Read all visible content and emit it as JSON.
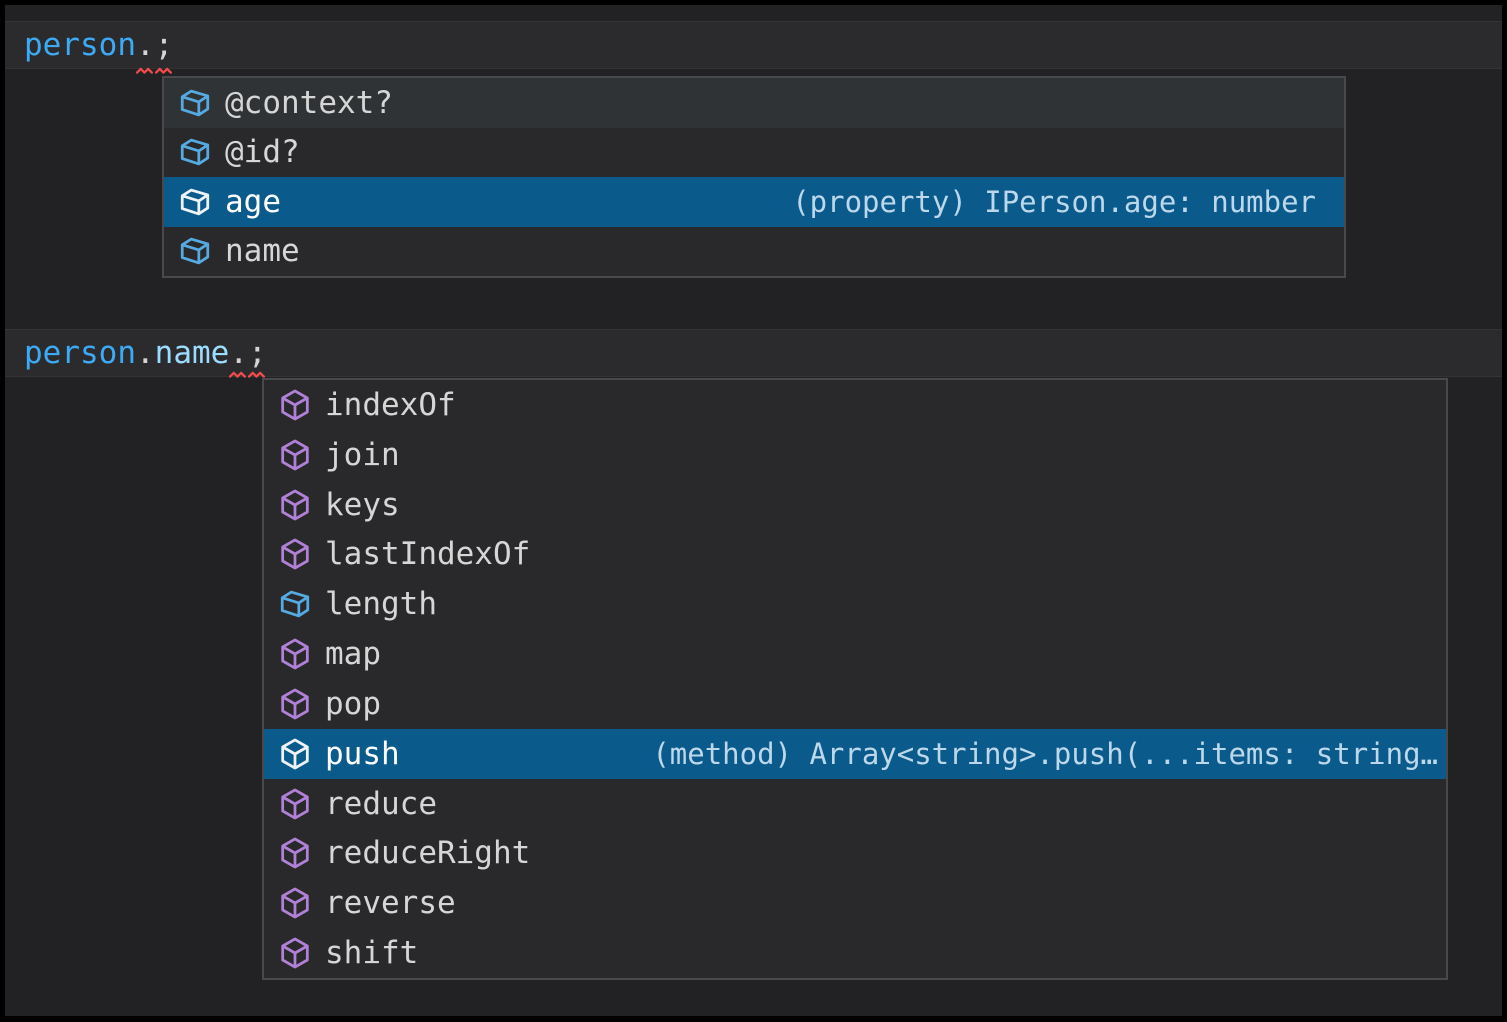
{
  "colors": {
    "selection-bg": "#0a5a8c",
    "field-icon": "#55aae2",
    "method-icon": "#b180d7",
    "variable-blue": "#3caaf4",
    "property-blue": "#9cdcfe",
    "punctuation": "#d4d4d4",
    "squiggle-red": "#f14c4c"
  },
  "code_line_1": {
    "tokens": {
      "object": "person",
      "dot": ".",
      "semicolon": ";"
    }
  },
  "code_line_2": {
    "tokens": {
      "object": "person",
      "dot1": ".",
      "property": "name",
      "dot2": ".",
      "semicolon": ";"
    }
  },
  "suggest_popup_1": {
    "items": [
      {
        "label": "@context?",
        "kind": "field",
        "state": "hover"
      },
      {
        "label": "@id?",
        "kind": "field",
        "state": "normal"
      },
      {
        "label": "age",
        "kind": "field",
        "state": "selected",
        "detail": "(property) IPerson.age: number"
      },
      {
        "label": "name",
        "kind": "field",
        "state": "normal"
      }
    ]
  },
  "suggest_popup_2": {
    "items": [
      {
        "label": "indexOf",
        "kind": "method",
        "state": "normal"
      },
      {
        "label": "join",
        "kind": "method",
        "state": "normal"
      },
      {
        "label": "keys",
        "kind": "method",
        "state": "normal"
      },
      {
        "label": "lastIndexOf",
        "kind": "method",
        "state": "normal"
      },
      {
        "label": "length",
        "kind": "field",
        "state": "normal"
      },
      {
        "label": "map",
        "kind": "method",
        "state": "normal"
      },
      {
        "label": "pop",
        "kind": "method",
        "state": "normal"
      },
      {
        "label": "push",
        "kind": "method",
        "state": "selected",
        "detail": "(method) Array<string>.push(...items: string…"
      },
      {
        "label": "reduce",
        "kind": "method",
        "state": "normal"
      },
      {
        "label": "reduceRight",
        "kind": "method",
        "state": "normal"
      },
      {
        "label": "reverse",
        "kind": "method",
        "state": "normal"
      },
      {
        "label": "shift",
        "kind": "method",
        "state": "normal"
      }
    ]
  }
}
